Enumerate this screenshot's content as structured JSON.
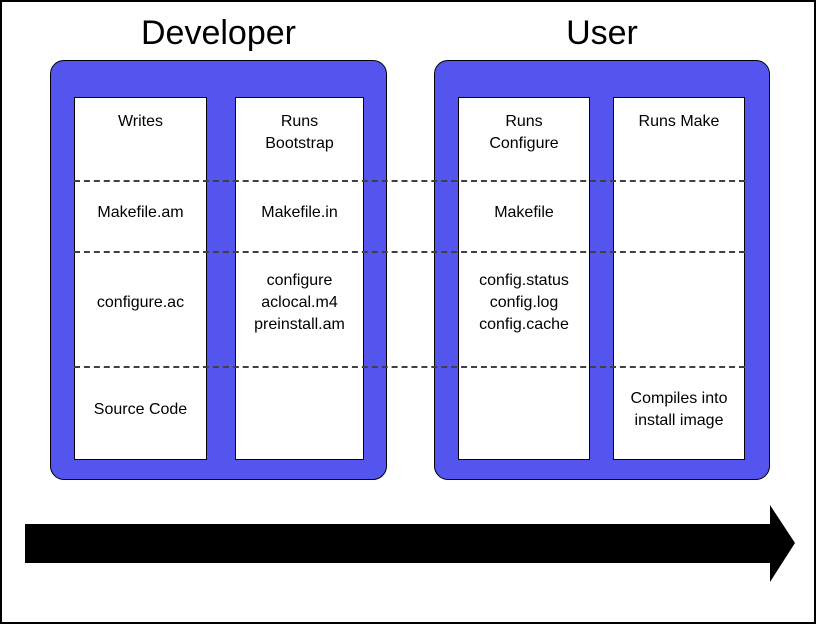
{
  "diagram": {
    "groups": [
      {
        "title": "Developer",
        "columns": [
          {
            "name": "writes",
            "cells": [
              "Writes",
              "Makefile.am",
              "configure.ac",
              "Source Code"
            ]
          },
          {
            "name": "runs-bootstrap",
            "cells": [
              "Runs\nBootstrap",
              "Makefile.in",
              "configure\naclocal.m4\npreinstall.am",
              ""
            ]
          }
        ]
      },
      {
        "title": "User",
        "columns": [
          {
            "name": "runs-configure",
            "cells": [
              "Runs\nConfigure",
              "Makefile",
              "config.status\nconfig.log\nconfig.cache",
              ""
            ]
          },
          {
            "name": "runs-make",
            "cells": [
              "Runs Make",
              "",
              "",
              "Compiles into\ninstall image"
            ]
          }
        ]
      }
    ],
    "colors": {
      "background": "#ffffff",
      "group_fill": "#5454ef",
      "group_border": "#000000",
      "box_border": "#000000",
      "dashed_line": "#404040",
      "arrow": "#000000"
    },
    "icons": {
      "flow_arrow": "right-arrow"
    }
  }
}
